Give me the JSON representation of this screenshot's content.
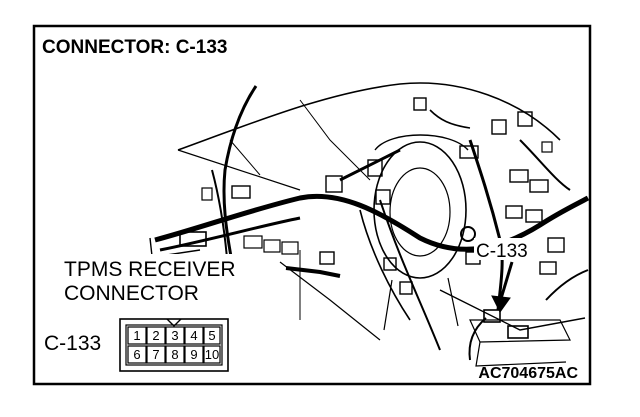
{
  "title": "CONNECTOR: C-133",
  "callout_connector_id": "C-133",
  "receiver_label": {
    "line1": "TPMS RECEIVER",
    "line2": "CONNECTOR"
  },
  "pinout": {
    "connector_id": "C-133",
    "top_row": [
      "1",
      "2",
      "3",
      "4",
      "5"
    ],
    "bottom_row": [
      "6",
      "7",
      "8",
      "9",
      "10"
    ]
  },
  "figure_code": "AC704675AC"
}
